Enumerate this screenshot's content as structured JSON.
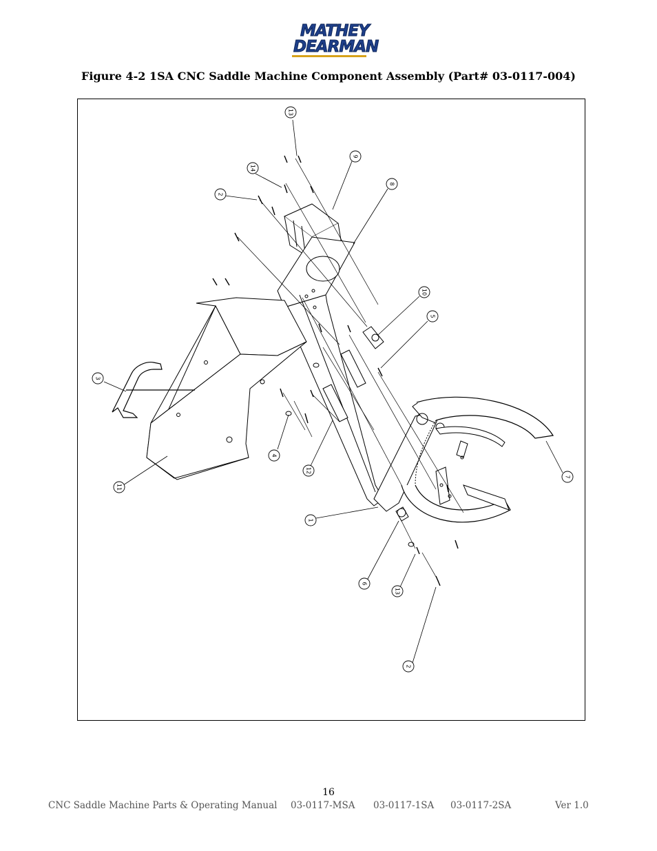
{
  "header": {
    "logo_line1": "MATHEY",
    "logo_line2": "DEARMAN"
  },
  "figure": {
    "title": "Figure 4-2 1SA CNC Saddle Machine Component Assembly (Part# 03-0117-004)",
    "callouts": [
      "13",
      "9",
      "14",
      "8",
      "2",
      "10",
      "5",
      "3",
      "7",
      "4",
      "12",
      "11",
      "1",
      "6",
      "13",
      "2"
    ]
  },
  "page": {
    "number": "16"
  },
  "footer": {
    "manual": "CNC Saddle Machine Parts & Operating Manual",
    "part_msa": "03-0117-MSA",
    "part_1sa": "03-0117-1SA",
    "part_2sa": "03-0117-2SA",
    "version": "Ver 1.0"
  }
}
